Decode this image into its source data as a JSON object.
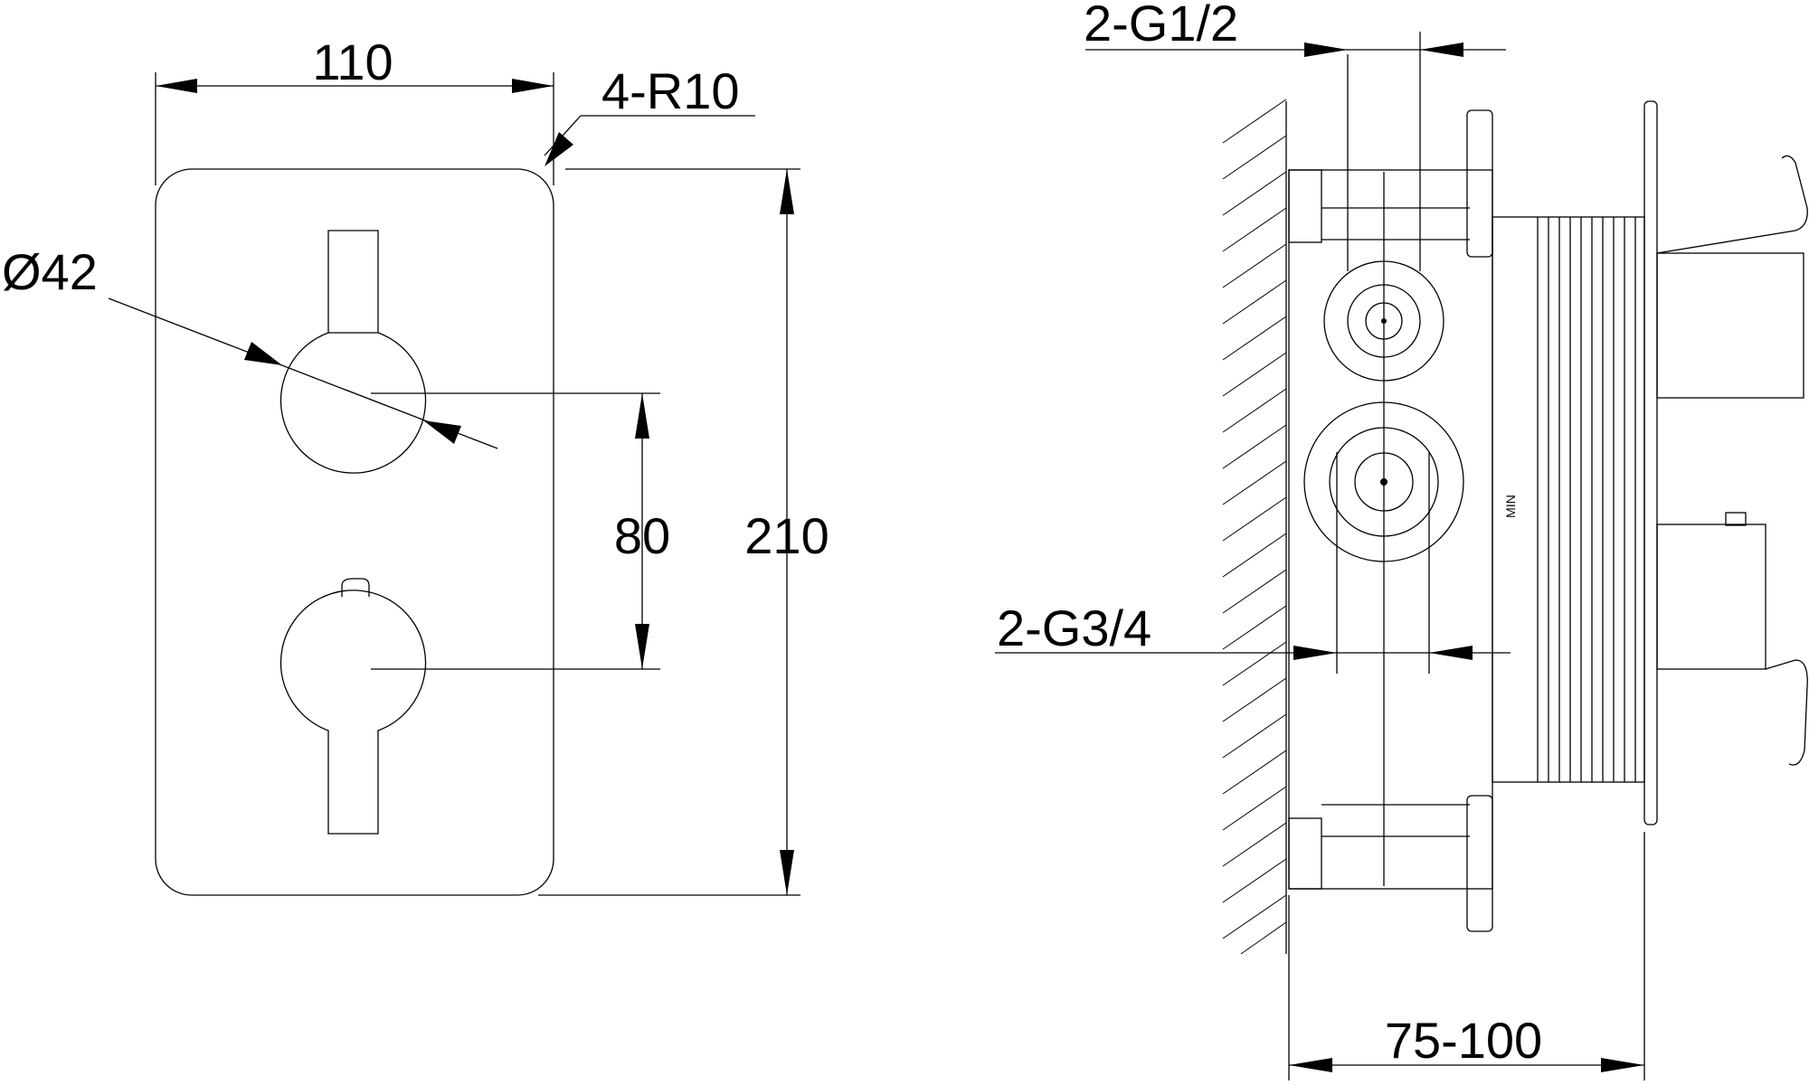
{
  "front_view": {
    "width_label": "110",
    "radius_label": "4-R10",
    "diameter_label": "Ø42",
    "spacing_label": "80",
    "height_label": "210"
  },
  "side_view": {
    "outlet_label": "2-G1/2",
    "inlet_label": "2-G3/4",
    "depth_label": "75-100",
    "min_mark": "MIN"
  }
}
